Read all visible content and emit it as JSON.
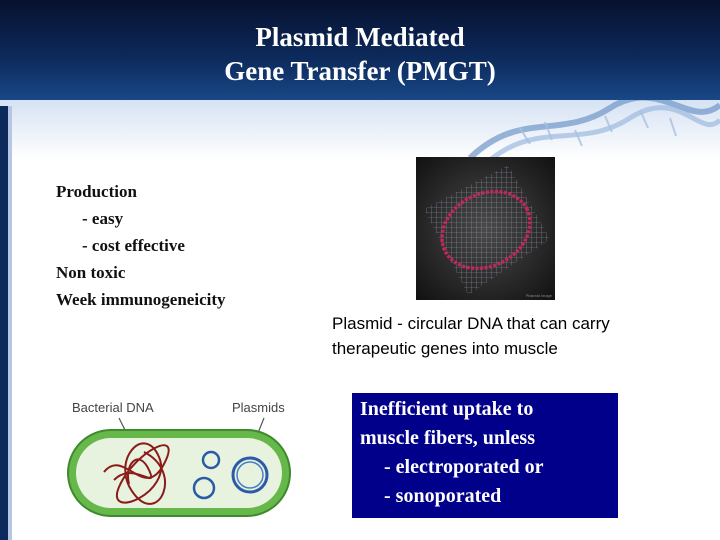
{
  "slide": {
    "title_line1": "Plasmid Mediated",
    "title_line2": "Gene Transfer (PMGT)",
    "bullets": [
      "Production",
      "- easy",
      "- cost effective",
      "Non toxic",
      "Week immunogeneicity"
    ],
    "caption_line1": "Plasmid - circular DNA that can carry",
    "caption_line2": "therapeutic genes into muscle",
    "plasmid_image_credit": "Plasmid image",
    "bacteria_label_dna": "Bacterial DNA",
    "bacteria_label_plasmids": "Plasmids",
    "box_lines": [
      "Inefficient uptake to",
      "muscle fibers, unless",
      "- electroporated or",
      "- sonoporated"
    ]
  },
  "colors": {
    "header_dark": "#06112e",
    "header_mid": "#1a4c8c",
    "box_blue": "#00008b",
    "cell_green": "#66b84a",
    "dna_red": "#8b1a1a",
    "plasmid_blue": "#2a5aa8"
  }
}
